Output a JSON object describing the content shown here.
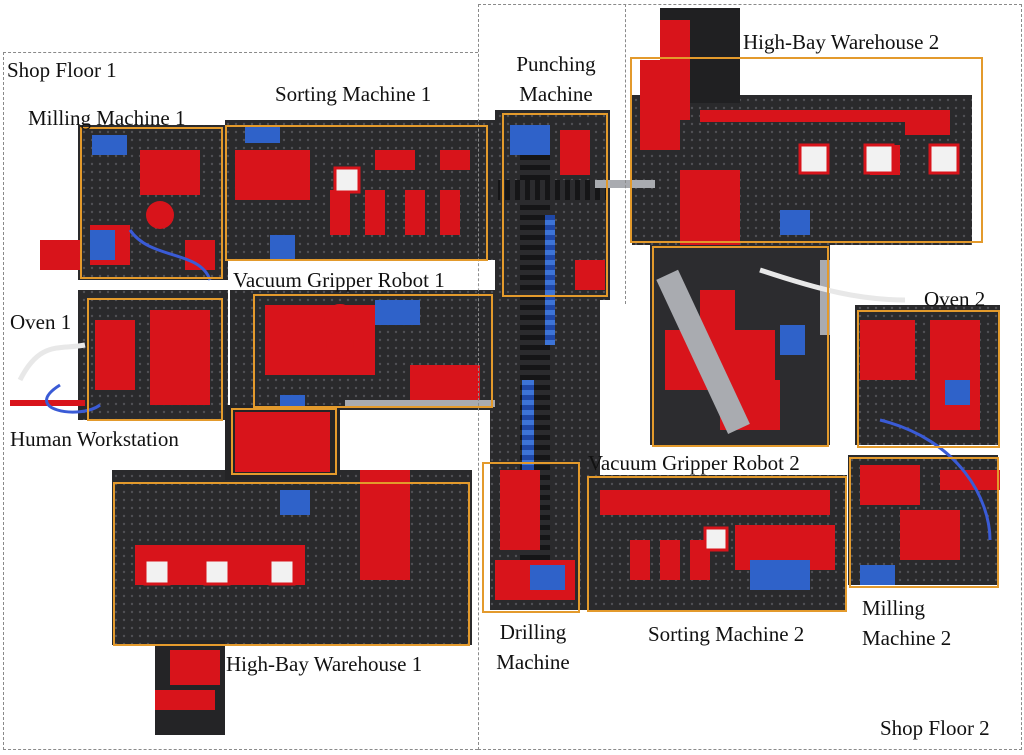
{
  "figure": {
    "floors": {
      "floor1": "Shop Floor 1",
      "floor2": "Shop Floor 2"
    },
    "modules": {
      "milling1": "Milling Machine 1",
      "sorting1": "Sorting Machine 1",
      "punching_l1": "Punching",
      "punching_l2": "Machine",
      "hbw2": "High-Bay Warehouse 2",
      "vgr1": "Vacuum Gripper Robot 1",
      "oven1": "Oven 1",
      "oven2": "Oven 2",
      "human": "Human Workstation",
      "vgr2": "Vacuum Gripper Robot 2",
      "drilling_l1": "Drilling",
      "drilling_l2": "Machine",
      "sorting2": "Sorting Machine 2",
      "milling2_l1": "Milling",
      "milling2_l2": "Machine 2",
      "hbw1": "High-Bay Warehouse 1"
    },
    "colors": {
      "box": "#e39a2c",
      "red_part": "#d8141b",
      "dark_rail": "#1d1d1f",
      "blue_part": "#2f62c9"
    }
  }
}
